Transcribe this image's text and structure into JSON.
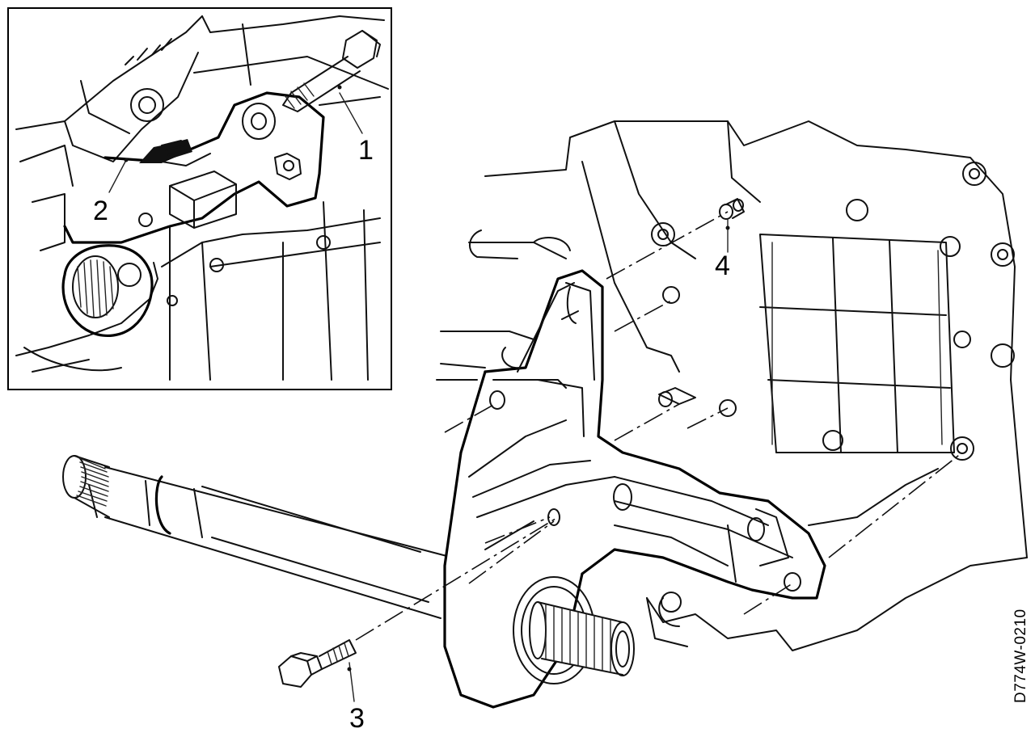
{
  "callouts": {
    "c1": "1",
    "c2": "2",
    "c3": "3",
    "c4": "4"
  },
  "document_id": "D774W-0210",
  "colors": {
    "ink": "#000000",
    "paper": "#ffffff"
  },
  "icons": {
    "bolt": "hex-flange-bolt",
    "dowel": "dowel-pin",
    "arrow": "direction-arrow"
  }
}
